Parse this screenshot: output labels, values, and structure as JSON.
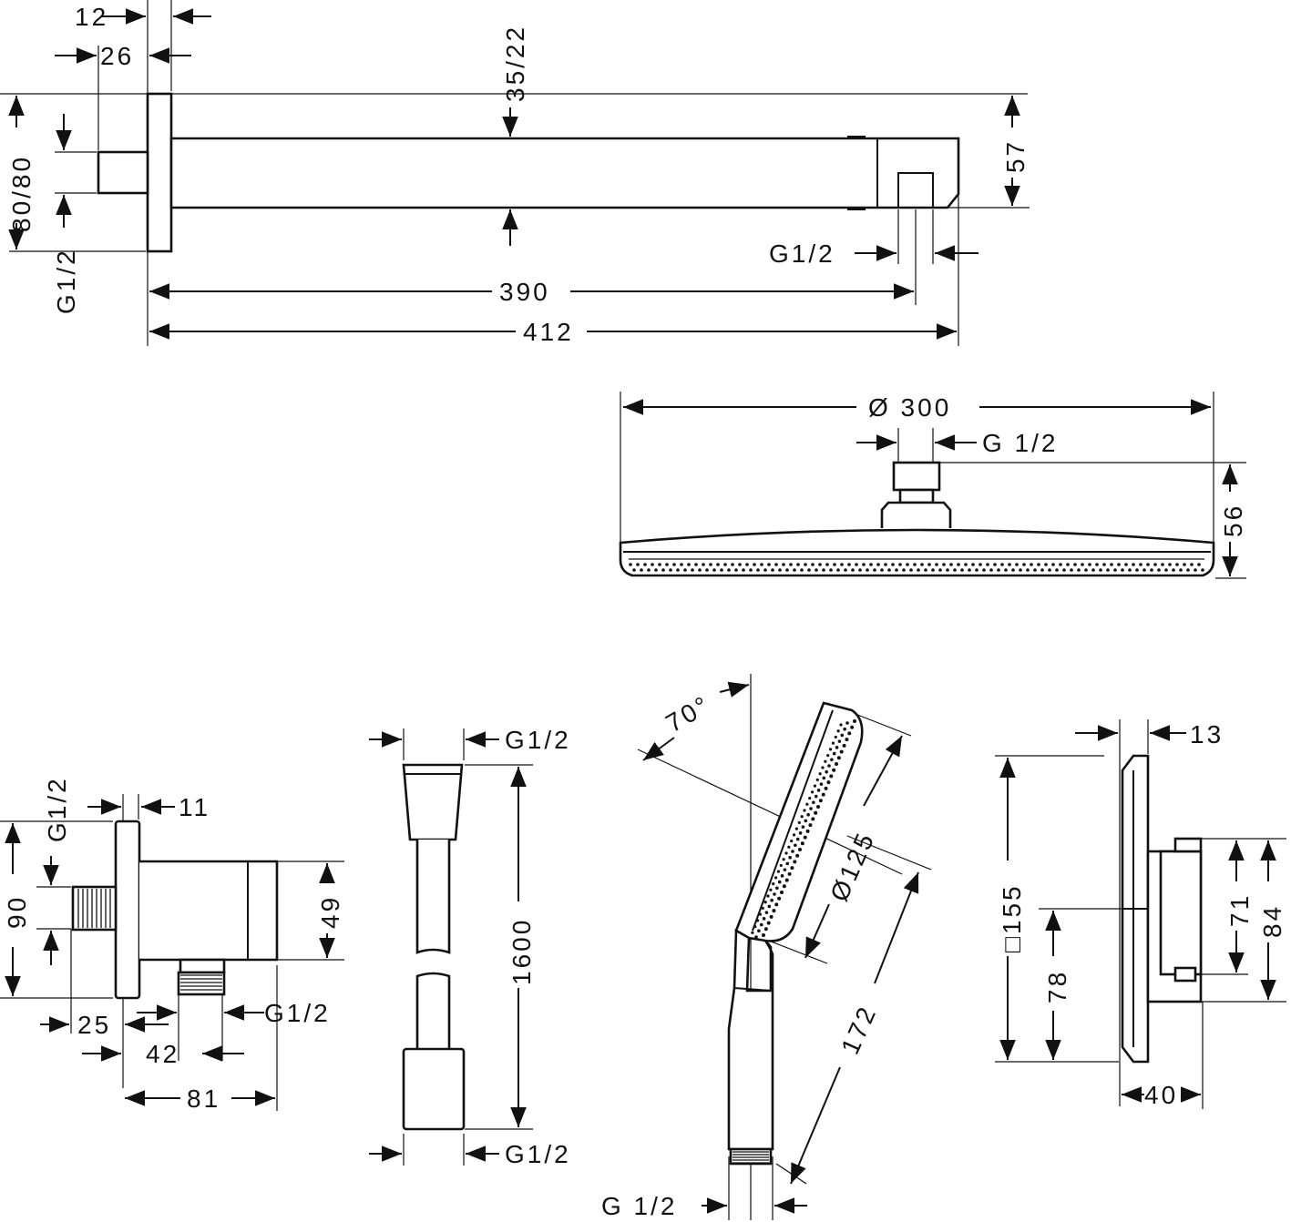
{
  "spout": {
    "dim_12": "12",
    "dim_26": "26",
    "dim_35_22": "35/22",
    "dim_57": "57",
    "dim_80_80": "80/80",
    "thread_wall": "G1/2",
    "thread_outlet": "G1/2",
    "dim_390": "390",
    "dim_412": "412"
  },
  "shower_head": {
    "dim_300": "Ø 300",
    "thread": "G 1/2",
    "dim_56": "56"
  },
  "wall_outlet": {
    "thread_top": "G1/2",
    "dim_11": "11",
    "dim_90": "90",
    "dim_49": "49",
    "dim_25": "25",
    "thread_bottom": "G1/2",
    "dim_42": "42",
    "dim_81": "81"
  },
  "hose": {
    "thread_top": "G1/2",
    "dim_1600": "1600",
    "thread_bottom": "G1/2"
  },
  "hand_shower": {
    "angle": "70°",
    "dim_125": "Ø125",
    "dim_172": "172",
    "thread": "G 1/2"
  },
  "thermostat": {
    "dim_13": "13",
    "dim_155": "□155",
    "dim_78": "78",
    "dim_71": "71",
    "dim_84": "84",
    "dim_40": "40"
  }
}
